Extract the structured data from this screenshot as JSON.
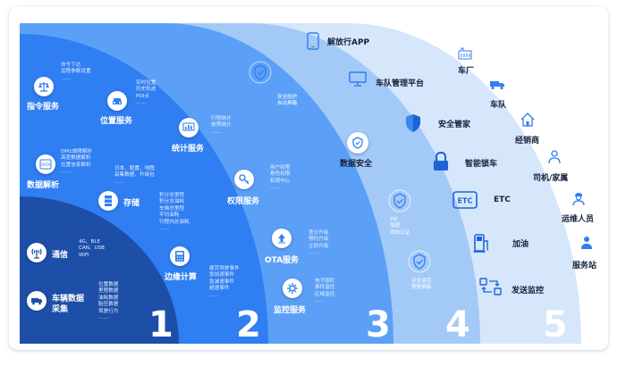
{
  "layers": [
    {
      "number": "1",
      "color": "#1d4fa8"
    },
    {
      "number": "2",
      "color": "#2f7ef2"
    },
    {
      "number": "3",
      "color": "#5ba0f6"
    },
    {
      "number": "4",
      "color": "#a3c9f7"
    },
    {
      "number": "5",
      "color": "#d6e7fb"
    }
  ],
  "layer1": {
    "comm": {
      "label": "通信",
      "desc": [
        "4G、BLE",
        "CAN、USB",
        "WiFi"
      ]
    },
    "vehicle": {
      "label": "车辆数据\n采集",
      "desc": [
        "位置数据",
        "里程数据",
        "油耗数据",
        "胎压数据",
        "驾驶行为",
        "……"
      ]
    }
  },
  "layer2": {
    "command": {
      "label": "指令服务",
      "desc": [
        "命令下达",
        "远程参数设置",
        "……"
      ]
    },
    "location": {
      "label": "位置服务",
      "desc": [
        "实时位置",
        "历史轨迹",
        "POI点",
        "……"
      ]
    },
    "parse": {
      "label": "数据解析",
      "desc": [
        "DM1故障解析",
        "高密数据解析",
        "位置信息解析",
        "……"
      ]
    },
    "storage": {
      "label": "存储",
      "desc": [
        "日本、配置、地图",
        "采集数据、升级包",
        "……"
      ]
    },
    "stats": {
      "label": "统计服务",
      "desc": [
        "行程统计",
        "故障统计",
        "……"
      ]
    },
    "edge": {
      "label": "边缘计算",
      "desc": [
        "积分总里程",
        "积分总油耗",
        "车辆总里程",
        "平均油耗",
        "行程内总油耗",
        "……"
      ]
    }
  },
  "layer3": {
    "perm": {
      "label": "权限服务",
      "desc": [
        "用户权限",
        "角色权限",
        "权限中心",
        "……"
      ]
    },
    "ota": {
      "label": "OTA服务",
      "desc": [
        "差分升级",
        "预约升级",
        "立即升级",
        "……"
      ]
    },
    "monitor": {
      "label": "监控服务",
      "desc": [
        "电子围栏",
        "事件监控",
        "区域监控",
        "……"
      ]
    },
    "fatigue": {
      "desc": [
        "疲劳驾驶事件",
        "急加速事件",
        "急减速事件",
        "超速事件",
        "……"
      ]
    }
  },
  "layer4": {
    "secprot": {
      "desc": [
        "安全防护",
        "自动屏蔽"
      ]
    },
    "datasec": {
      "label": "数据安全"
    },
    "pki": {
      "desc": [
        "PKI",
        "加密",
        "双向认证"
      ]
    },
    "alarm": {
      "desc": [
        "安全监控",
        "预警屏蔽"
      ]
    }
  },
  "layer5": {
    "items": [
      {
        "label": "解放行APP",
        "icon": "phone-icon"
      },
      {
        "label": "车队管理平台",
        "icon": "monitor-icon"
      },
      {
        "label": "安全管家",
        "icon": "shield-icon"
      },
      {
        "label": "智能锁车",
        "icon": "lock-icon"
      },
      {
        "label": "ETC",
        "icon": "etc-icon"
      },
      {
        "label": "加油",
        "icon": "fuel-icon"
      },
      {
        "label": "发送监控",
        "icon": "transfer-icon"
      }
    ]
  },
  "users": {
    "items": [
      {
        "label": "车厂",
        "icon": "factory-icon"
      },
      {
        "label": "车队",
        "icon": "truck-icon"
      },
      {
        "label": "经销商",
        "icon": "house-icon"
      },
      {
        "label": "司机/家属",
        "icon": "person-icon"
      },
      {
        "label": "运维人员",
        "icon": "engineer-icon"
      },
      {
        "label": "服务站",
        "icon": "service-icon"
      }
    ]
  }
}
